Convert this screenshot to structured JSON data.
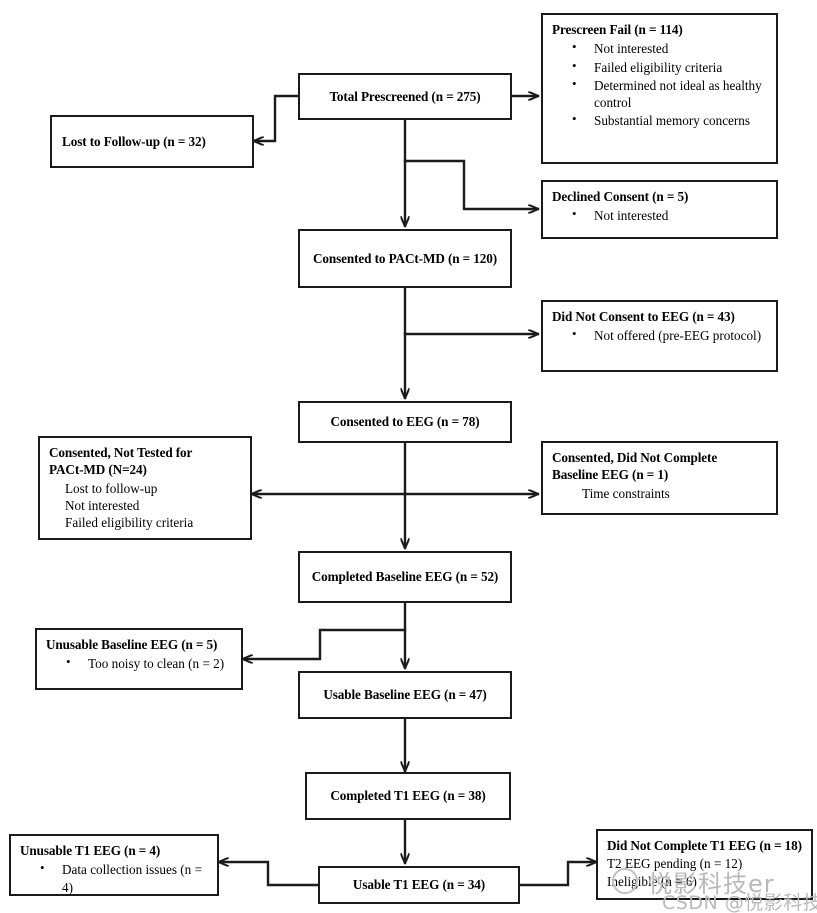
{
  "figure": {
    "kind": "consort-flow-diagram",
    "ink_color": "#1b1b1b",
    "background": "#ffffff"
  },
  "nodes": {
    "total_prescreened": {
      "title": "Total Prescreened (n = 275)"
    },
    "lost_to_followup": {
      "title": "Lost to Follow-up (n = 32)"
    },
    "prescreen_fail": {
      "title": "Prescreen Fail (n = 114)",
      "bullets": [
        "Not interested",
        "Failed eligibility criteria",
        "Determined not ideal as healthy control",
        "Substantial memory concerns"
      ]
    },
    "declined_consent": {
      "title": "Declined Consent (n = 5)",
      "bullets": [
        "Not interested"
      ]
    },
    "consented_pactmd": {
      "title": "Consented to PACt-MD (n = 120)"
    },
    "did_not_consent_eeg": {
      "title": "Did Not Consent to EEG (n = 43)",
      "bullets": [
        "Not offered (pre-EEG protocol)"
      ]
    },
    "consented_eeg": {
      "title": "Consented to EEG (n = 78)"
    },
    "consented_not_tested": {
      "title_line1": "Consented, Not Tested for",
      "title_line2": "PACt-MD (N=24)",
      "items": [
        "Lost to follow-up",
        "Not interested",
        "Failed eligibility criteria"
      ]
    },
    "consented_not_complete_baseline": {
      "title_line1": "Consented, Did Not Complete",
      "title_line2": "Baseline EEG (n = 1)",
      "items": [
        "Time constraints"
      ]
    },
    "completed_baseline_eeg": {
      "title": "Completed Baseline EEG (n = 52)"
    },
    "unusable_baseline_eeg": {
      "title": "Unusable Baseline EEG (n = 5)",
      "bullets": [
        "Too noisy to clean (n = 2)"
      ]
    },
    "usable_baseline_eeg": {
      "title": "Usable Baseline EEG (n = 47)"
    },
    "completed_t1_eeg": {
      "title": "Completed T1 EEG (n = 38)"
    },
    "unusable_t1_eeg": {
      "title": "Unusable T1 EEG (n = 4)",
      "bullets": [
        "Data collection issues (n = 4)"
      ]
    },
    "usable_t1_eeg": {
      "title": "Usable T1 EEG (n = 34)"
    },
    "did_not_complete_t1_eeg": {
      "title": "Did Not Complete T1 EEG (n = 18)",
      "items": [
        "T2 EEG pending (n = 12)",
        "Ineligible (n = 6)"
      ]
    }
  },
  "watermark": {
    "main": "悦影科技er",
    "sub": "CSDN @悦影科技",
    "color": "#b9b9b9"
  }
}
